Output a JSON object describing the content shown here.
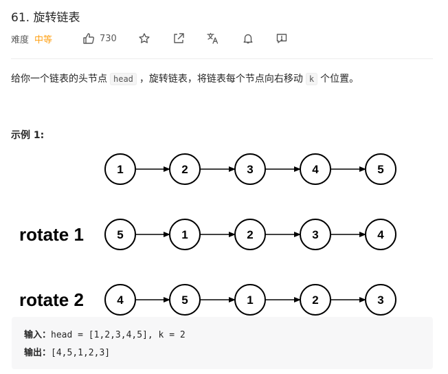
{
  "problem": {
    "title": "61. 旋转链表",
    "difficulty_label": "难度",
    "difficulty": "中等",
    "likes": "730"
  },
  "toolbar": {
    "icons": [
      "thumbs-up-icon",
      "star-icon",
      "share-icon",
      "translate-icon",
      "bell-icon",
      "feedback-icon"
    ]
  },
  "description": {
    "part1": "给你一个链表的头节点",
    "code_head": "head",
    "part2": "，旋转链表，将链表每个节点向右移动",
    "code_k": "k",
    "part3": "个位置。"
  },
  "example": {
    "title": "示例 1:",
    "diagram": {
      "rows": [
        {
          "label": "",
          "nodes": [
            "1",
            "2",
            "3",
            "4",
            "5"
          ]
        },
        {
          "label": "rotate 1",
          "nodes": [
            "5",
            "1",
            "2",
            "3",
            "4"
          ]
        },
        {
          "label": "rotate 2",
          "nodes": [
            "4",
            "5",
            "1",
            "2",
            "3"
          ]
        }
      ]
    },
    "input_label": "输入：",
    "input_value": "head = [1,2,3,4,5], k = 2",
    "output_label": "输出：",
    "output_value": "[4,5,1,2,3]"
  }
}
